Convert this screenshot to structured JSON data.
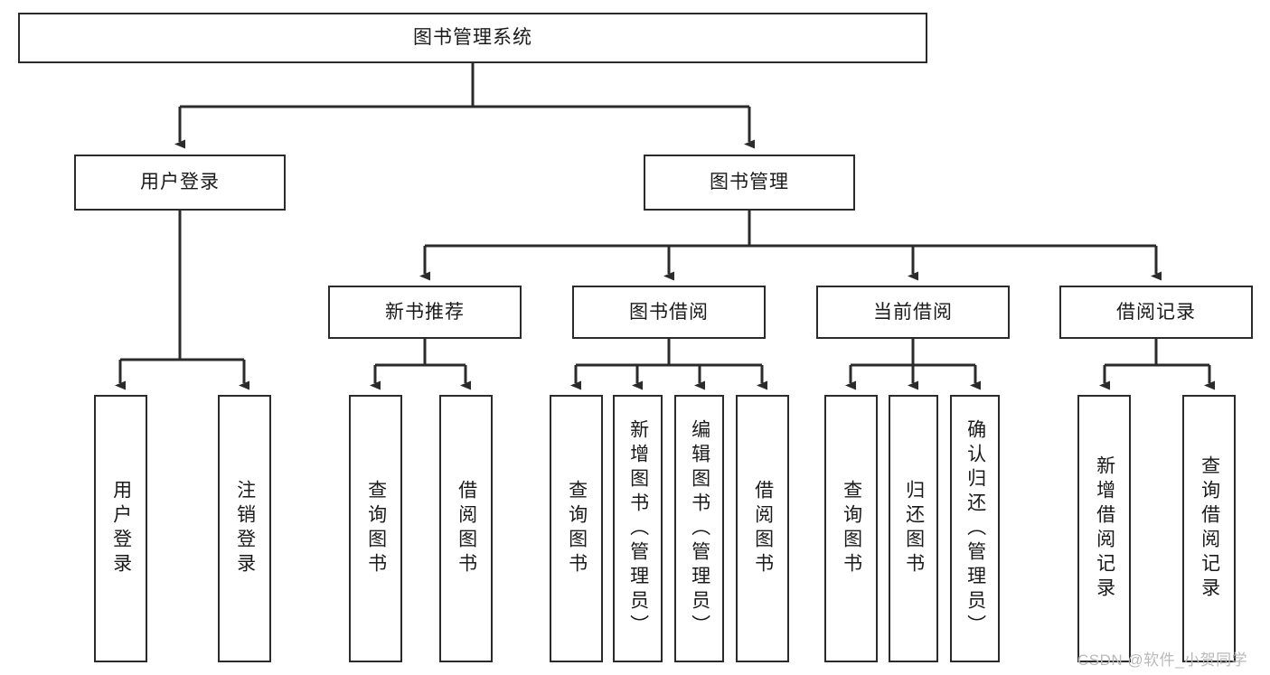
{
  "diagram": {
    "type": "tree-hierarchy-flowchart",
    "title_node": {
      "label": "图书管理系统"
    },
    "levels": {
      "level1": [
        {
          "id": "root",
          "label": "图书管理系统"
        }
      ],
      "level2": [
        {
          "id": "user-login",
          "label": "用户登录"
        },
        {
          "id": "book-management",
          "label": "图书管理"
        }
      ],
      "level3": [
        {
          "id": "new-book-recommend",
          "label": "新书推荐"
        },
        {
          "id": "book-borrow",
          "label": "图书借阅"
        },
        {
          "id": "current-borrow",
          "label": "当前借阅"
        },
        {
          "id": "borrow-record",
          "label": "借阅记录"
        }
      ],
      "leaves": [
        {
          "id": "leaf-user-login",
          "label": "用户登录",
          "parent": "user-login"
        },
        {
          "id": "leaf-logout",
          "label": "注销登录",
          "parent": "user-login"
        },
        {
          "id": "leaf-query-book-1",
          "label": "查询图书",
          "parent": "new-book-recommend"
        },
        {
          "id": "leaf-borrow-book-1",
          "label": "借阅图书",
          "parent": "new-book-recommend"
        },
        {
          "id": "leaf-query-book-2",
          "label": "查询图书",
          "parent": "book-borrow"
        },
        {
          "id": "leaf-add-book",
          "label": "新增图书（管理员）",
          "parent": "book-borrow"
        },
        {
          "id": "leaf-edit-book",
          "label": "编辑图书（管理员）",
          "parent": "book-borrow"
        },
        {
          "id": "leaf-borrow-book-2",
          "label": "借阅图书",
          "parent": "book-borrow"
        },
        {
          "id": "leaf-query-book-3",
          "label": "查询图书",
          "parent": "current-borrow"
        },
        {
          "id": "leaf-return-book",
          "label": "归还图书",
          "parent": "current-borrow"
        },
        {
          "id": "leaf-confirm-return",
          "label": "确认归还（管理员）",
          "parent": "current-borrow"
        },
        {
          "id": "leaf-add-record",
          "label": "新增借阅记录",
          "parent": "borrow-record"
        },
        {
          "id": "leaf-query-record",
          "label": "查询借阅记录",
          "parent": "borrow-record"
        }
      ]
    },
    "colors": {
      "border": "#2b2b2b",
      "background": "#ffffff",
      "text": "#1a1a1a",
      "connector": "#2b2b2b",
      "watermark": "#b9b9b9"
    }
  },
  "watermark": {
    "text": "CSDN @软件_小贺同学"
  }
}
